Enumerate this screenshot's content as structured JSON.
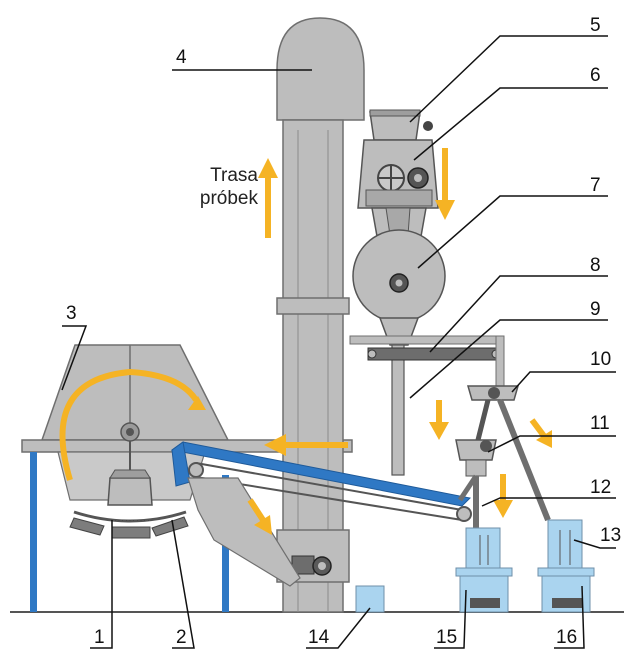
{
  "diagram": {
    "caption_line1": "Trasa",
    "caption_line2": "próbek",
    "labels": {
      "n1": "1",
      "n2": "2",
      "n3": "3",
      "n4": "4",
      "n5": "5",
      "n6": "6",
      "n7": "7",
      "n8": "8",
      "n9": "9",
      "n10": "10",
      "n11": "11",
      "n12": "12",
      "n13": "13",
      "n14": "14",
      "n15": "15",
      "n16": "16"
    },
    "colors": {
      "machine": "#bdbdbd",
      "machine_outline": "#6f6f6f",
      "conveyor": "#2f78c4",
      "arrow": "#f5b324",
      "container": "#aad4ef",
      "ground": "#555555"
    }
  }
}
